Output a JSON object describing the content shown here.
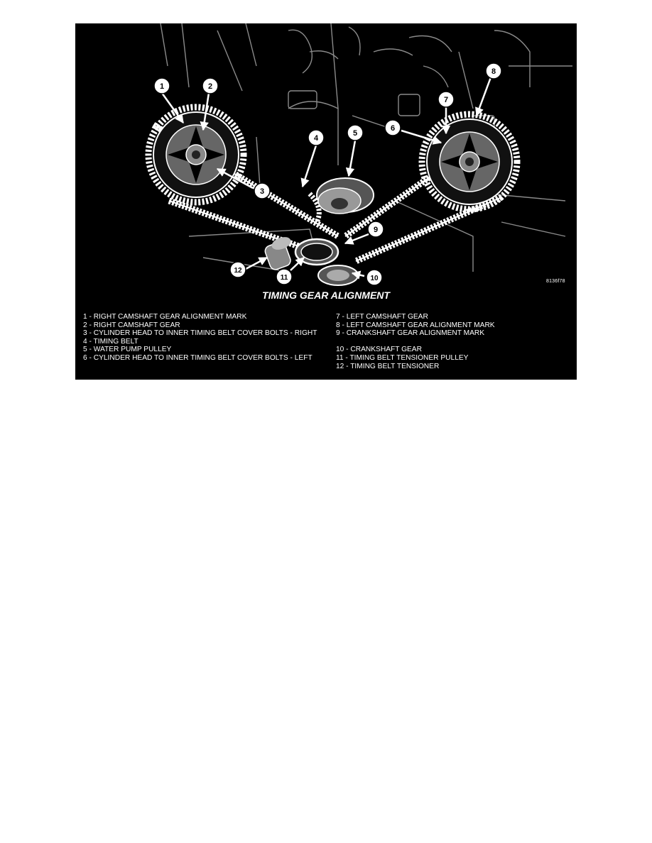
{
  "figure": {
    "title": "TIMING GEAR ALIGNMENT",
    "code": "8136f78",
    "callouts": [
      "1",
      "2",
      "3",
      "4",
      "5",
      "6",
      "7",
      "8",
      "9",
      "10",
      "11",
      "12"
    ],
    "legend_left": [
      "1 - RIGHT CAMSHAFT GEAR ALIGNMENT MARK",
      "2 - RIGHT CAMSHAFT GEAR",
      "3 - CYLINDER HEAD TO INNER TIMING BELT COVER BOLTS - RIGHT",
      "4 - TIMING BELT",
      "5 - WATER PUMP PULLEY",
      "6 - CYLINDER HEAD TO INNER TIMING BELT COVER BOLTS - LEFT"
    ],
    "legend_right": [
      "7 - LEFT CAMSHAFT GEAR",
      "8 - LEFT CAMSHAFT GEAR ALIGNMENT MARK",
      "9 - CRANKSHAFT GEAR ALIGNMENT MARK",
      "",
      "10 - CRANKSHAFT GEAR",
      "11 - TIMING BELT TENSIONER PULLEY",
      "12 - TIMING BELT TENSIONER"
    ]
  }
}
